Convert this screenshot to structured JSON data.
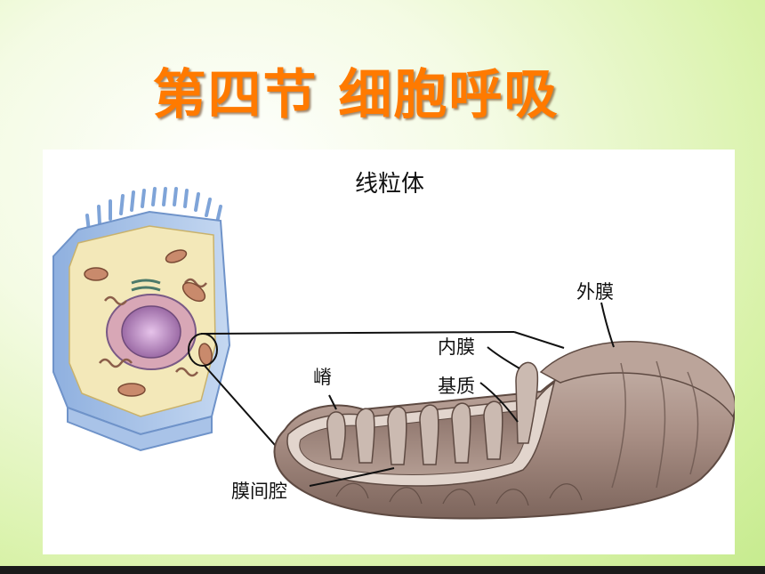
{
  "slide": {
    "title": "第四节  细胞呼吸"
  },
  "diagram": {
    "title": "线粒体",
    "labels": {
      "outer_membrane": "外膜",
      "inner_membrane": "内膜",
      "matrix": "基质",
      "cristae": "嵴",
      "intermembrane_space": "膜间腔"
    }
  },
  "colors": {
    "title": "#ff7a00",
    "background": "#d8f2a8",
    "mitochondrion": "#a98f85",
    "cell_wall": "#a9c3e8"
  }
}
